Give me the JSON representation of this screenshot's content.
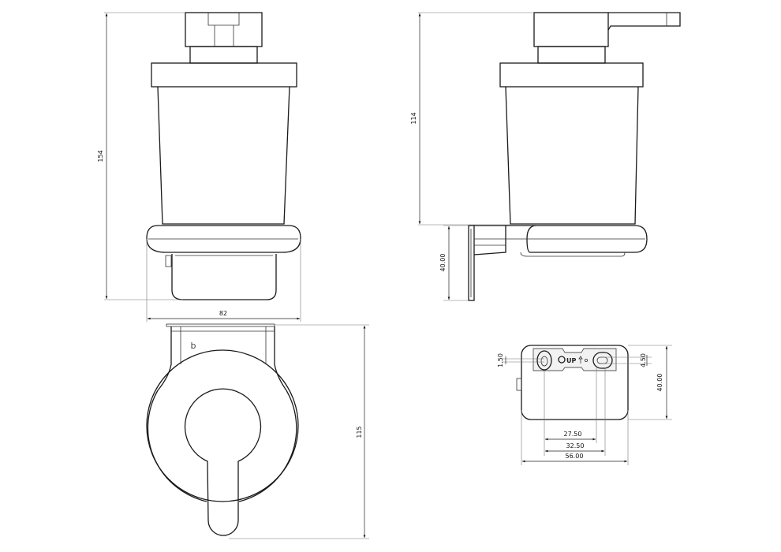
{
  "drawing": {
    "subject": "wall-mounted soap dispenser technical drawing",
    "views": {
      "front": {
        "dimensions": {
          "overall_height": "154",
          "overall_width": "82"
        }
      },
      "side": {
        "dimensions": {
          "container_height": "114",
          "bracket_height": "40.00"
        }
      },
      "top": {
        "logo": "b",
        "dimensions": {
          "depth": "115"
        }
      },
      "mounting_plate": {
        "marking": "UP",
        "dimensions": {
          "slot_offset_left": "1.50",
          "slot_offset_right": "4.50",
          "plate_height": "40.00",
          "hole_spacing_inner": "27.50",
          "hole_spacing_outer": "32.50",
          "plate_width": "56.00"
        }
      }
    }
  }
}
